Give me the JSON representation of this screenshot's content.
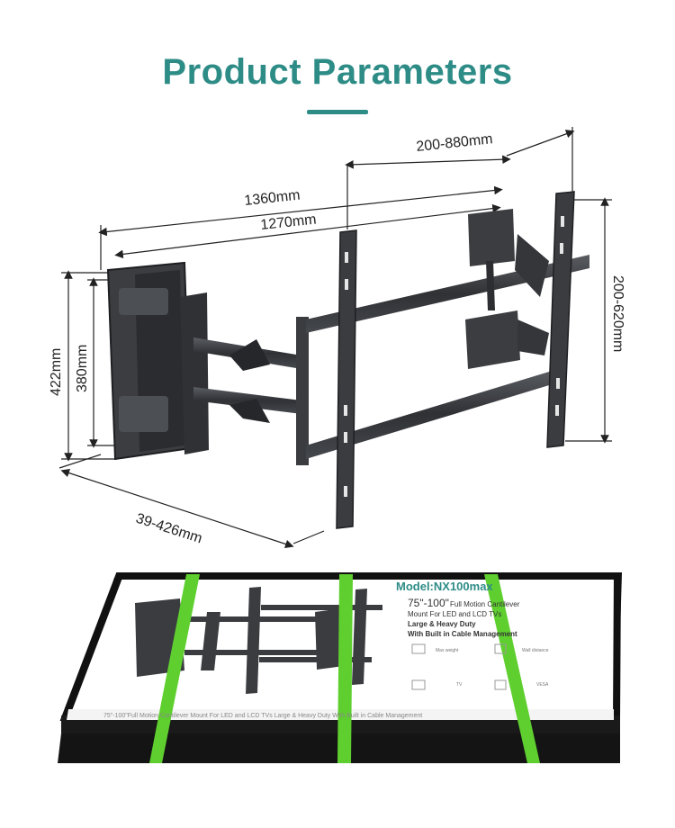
{
  "header": {
    "title": "Product Parameters"
  },
  "dimensions": {
    "wall_plate_to_vesa_width": "200-880mm",
    "max_span_outer": "1360mm",
    "max_span_inner": "1270mm",
    "outer_height": "422mm",
    "inner_height": "380mm",
    "vesa_height": "200-620mm",
    "extension": "39-426mm"
  },
  "box": {
    "model": "Model:NX100max",
    "size_line": "75\"-100\"",
    "size_suffix": "Full Motion Cantilever",
    "desc_line2": "Mount For LED and LCD TVs",
    "desc_line3": "Large & Heavy Duty",
    "desc_line4": "With Built in Cable Management",
    "spec_weight": "Max weight",
    "spec_wall": "Wall distance",
    "spec_tv": "TV",
    "spec_vesa": "VESA",
    "side_text": "75\"-100\"Full Motion Cantilever Mount For LED and LCD TVs Large & Heavy Duty With Built in Cable Management"
  },
  "colors": {
    "accent": "#2e8c87",
    "strap": "#5fcf2f",
    "metal": "#3a3c40"
  }
}
